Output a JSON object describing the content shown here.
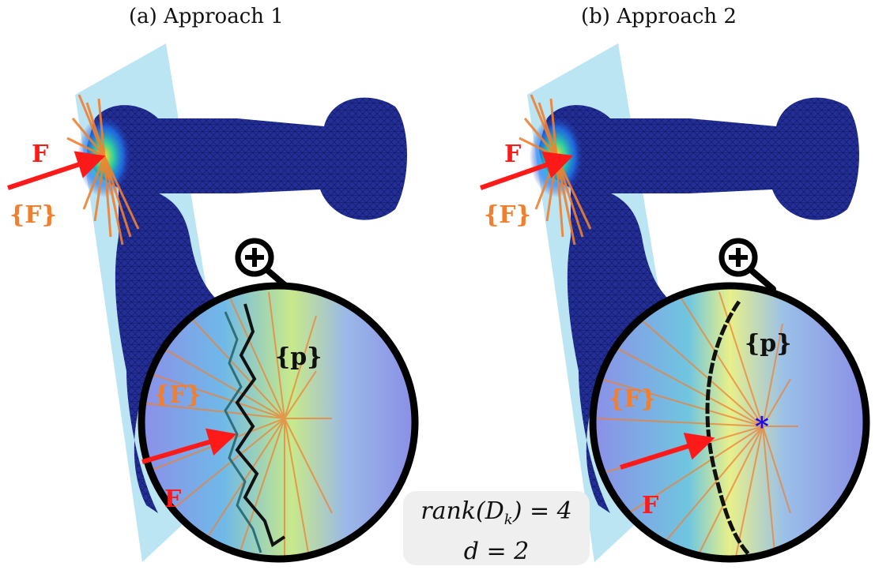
{
  "captions": {
    "a": "(a) Approach 1",
    "b": "(b) Approach 2"
  },
  "labels": {
    "force": "F",
    "force_set": "{F}",
    "point_set": "{p}",
    "center_marker": "*"
  },
  "formula": {
    "line1": "rank(D",
    "line1_sub": "k",
    "line1_tail": ") = 4",
    "line2": "d = 2"
  },
  "colors": {
    "force_arrow": "#ff1a1a",
    "force_set": "#f08030",
    "robot": "#1e2a8a",
    "plane": "#a6dcf0",
    "zoom_fill": "#8a8ee6",
    "ring": "#000000",
    "approach1_polyline": "#2f6f7a",
    "center_marker": "#1010ff"
  },
  "icons": [
    "zoom-in-magnifier-icon"
  ]
}
